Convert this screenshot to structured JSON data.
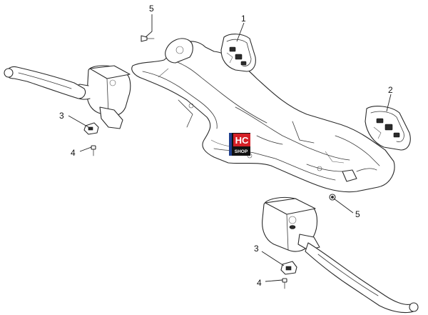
{
  "diagram": {
    "callouts": [
      {
        "id": "c5a",
        "number": "5"
      },
      {
        "id": "c1",
        "number": "1"
      },
      {
        "id": "c2",
        "number": "2"
      },
      {
        "id": "c3a",
        "number": "3"
      },
      {
        "id": "c4a",
        "number": "4"
      },
      {
        "id": "c5b",
        "number": "5"
      },
      {
        "id": "c3b",
        "number": "3"
      },
      {
        "id": "c4b",
        "number": "4"
      }
    ],
    "watermark": {
      "line1": "HC",
      "line2": "SHOP"
    },
    "colors": {
      "line": "#2a2a2a",
      "badge_red": "#d42027",
      "badge_blue": "#1f3f8f",
      "badge_dark": "#111111"
    }
  }
}
